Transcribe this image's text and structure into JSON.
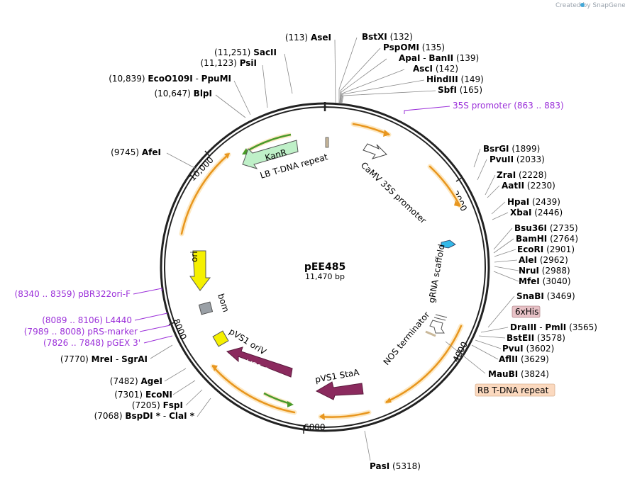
{
  "credit": "Created by SnapGene",
  "plasmid": {
    "name": "pEE485",
    "size_label": "11,470 bp"
  },
  "ticks": [
    "2000",
    "4000",
    "6000",
    "8000",
    "10,000"
  ],
  "sites": [
    {
      "pos": "(113)",
      "name": "AseI",
      "side": "L"
    },
    {
      "pos": "(11,251)",
      "name": "SacII",
      "side": "L"
    },
    {
      "pos": "(11,123)",
      "name": "PsiI",
      "side": "L"
    },
    {
      "pos": "(10,839)",
      "name": "EcoO109I",
      "extra": "PpuMI",
      "side": "L"
    },
    {
      "pos": "(10,647)",
      "name": "BlpI",
      "side": "L"
    },
    {
      "pos": "(9745)",
      "name": "AfeI",
      "side": "L"
    },
    {
      "pos": "(7770)",
      "name": "MreI",
      "extra": "SgrAI",
      "side": "L"
    },
    {
      "pos": "(7482)",
      "name": "AgeI",
      "side": "L"
    },
    {
      "pos": "(7301)",
      "name": "EcoNI",
      "side": "L"
    },
    {
      "pos": "(7205)",
      "name": "FspI",
      "side": "L"
    },
    {
      "pos": "(7068)",
      "name": "BspDI *",
      "extra": "ClaI *",
      "side": "L"
    },
    {
      "pos": "(132)",
      "name": "BstXI",
      "side": "R"
    },
    {
      "pos": "(135)",
      "name": "PspOMI",
      "side": "R"
    },
    {
      "pos": "(139)",
      "name": "ApaI",
      "extra": "BanII",
      "side": "R"
    },
    {
      "pos": "(142)",
      "name": "AscI",
      "side": "R"
    },
    {
      "pos": "(149)",
      "name": "HindIII",
      "side": "R"
    },
    {
      "pos": "(165)",
      "name": "SbfI",
      "side": "R"
    },
    {
      "pos": "(1899)",
      "name": "BsrGI",
      "side": "R"
    },
    {
      "pos": "(2033)",
      "name": "PvuII",
      "side": "R"
    },
    {
      "pos": "(2228)",
      "name": "ZraI",
      "side": "R"
    },
    {
      "pos": "(2230)",
      "name": "AatII",
      "side": "R"
    },
    {
      "pos": "(2439)",
      "name": "HpaI",
      "side": "R"
    },
    {
      "pos": "(2446)",
      "name": "XbaI",
      "side": "R"
    },
    {
      "pos": "(2735)",
      "name": "Bsu36I",
      "side": "R"
    },
    {
      "pos": "(2764)",
      "name": "BamHI",
      "side": "R"
    },
    {
      "pos": "(2901)",
      "name": "EcoRI",
      "side": "R"
    },
    {
      "pos": "(2962)",
      "name": "AleI",
      "side": "R"
    },
    {
      "pos": "(2988)",
      "name": "NruI",
      "side": "R"
    },
    {
      "pos": "(3040)",
      "name": "MfeI",
      "side": "R"
    },
    {
      "pos": "(3469)",
      "name": "SnaBI",
      "side": "R"
    },
    {
      "pos": "(3565)",
      "name": "DraIII",
      "extra": "PmlI",
      "side": "R"
    },
    {
      "pos": "(3578)",
      "name": "BstEII",
      "side": "R"
    },
    {
      "pos": "(3602)",
      "name": "PvuI",
      "side": "R"
    },
    {
      "pos": "(3629)",
      "name": "AflII",
      "side": "R"
    },
    {
      "pos": "(3824)",
      "name": "MauBI",
      "side": "R"
    },
    {
      "pos": "(5318)",
      "name": "PasI",
      "side": "R"
    }
  ],
  "primers": [
    {
      "name": "35S promoter",
      "range": "(863 .. 883)"
    },
    {
      "name": "pBR322ori-F",
      "range": "(8340 .. 8359)"
    },
    {
      "name": "L4440",
      "range": "(8089 .. 8106)"
    },
    {
      "name": "pRS-marker",
      "range": "(7989 .. 8008)"
    },
    {
      "name": "pGEX 3'",
      "range": "(7826 .. 7848)"
    }
  ],
  "features": {
    "kanr": "KanR",
    "lb": "LB T-DNA repeat",
    "camv": "CaMV 35S promoter",
    "grna": "gRNA scaffold",
    "nos": "NOS terminator",
    "sixhis": "6xHis",
    "rb": "RB T-DNA repeat",
    "stab": "pVS1 StaA",
    "repa": "pVS1 RepA",
    "oriv": "pVS1 oriV",
    "bom": "bom",
    "ori": "ori"
  },
  "colors": {
    "backbone": "#222222",
    "orf": "#f0a030",
    "orf_glow": "#fde9c4",
    "kanr": "#bff0c8",
    "ori": "#f5f000",
    "pvs1": "#8b2a5e",
    "primer": "#9b30d9",
    "grna": "#33b8e8",
    "sixhis_bg": "#e8c2c7",
    "rb_bg": "#fbd9bf"
  }
}
